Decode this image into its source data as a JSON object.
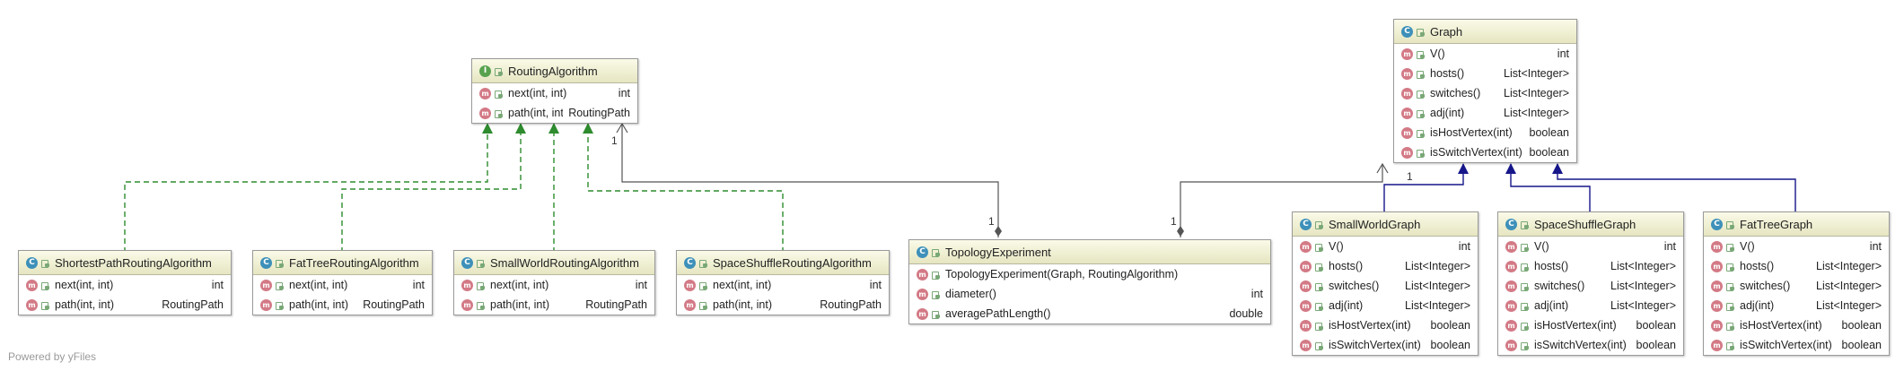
{
  "diagram": {
    "type": "UML class diagram",
    "footer": "Powered by yFiles",
    "colors": {
      "implements_edge": "#2e8b2e",
      "extends_edge": "#16168a",
      "association_edge": "#555555",
      "header_bg": "#efefd4",
      "class_icon": "#3d90b9",
      "interface_icon": "#58a24e",
      "method_icon": "#d37a86"
    }
  },
  "nodes": {
    "routing_algorithm": {
      "kind": "I",
      "title": "RoutingAlgorithm",
      "members": [
        {
          "name": "next(int, int)",
          "type": "int"
        },
        {
          "name": "path(int, int)",
          "type": "RoutingPath"
        }
      ]
    },
    "graph": {
      "kind": "C",
      "title": "Graph",
      "members": [
        {
          "name": "V()",
          "type": "int"
        },
        {
          "name": "hosts()",
          "type": "List<Integer>"
        },
        {
          "name": "switches()",
          "type": "List<Integer>"
        },
        {
          "name": "adj(int)",
          "type": "List<Integer>"
        },
        {
          "name": "isHostVertex(int)",
          "type": "boolean"
        },
        {
          "name": "isSwitchVertex(int)",
          "type": "boolean"
        }
      ]
    },
    "shortest_path": {
      "kind": "C",
      "title": "ShortestPathRoutingAlgorithm",
      "members": [
        {
          "name": "next(int, int)",
          "type": "int"
        },
        {
          "name": "path(int, int)",
          "type": "RoutingPath"
        }
      ]
    },
    "fat_tree_routing": {
      "kind": "C",
      "title": "FatTreeRoutingAlgorithm",
      "members": [
        {
          "name": "next(int, int)",
          "type": "int"
        },
        {
          "name": "path(int, int)",
          "type": "RoutingPath"
        }
      ]
    },
    "small_world_routing": {
      "kind": "C",
      "title": "SmallWorldRoutingAlgorithm",
      "members": [
        {
          "name": "next(int, int)",
          "type": "int"
        },
        {
          "name": "path(int, int)",
          "type": "RoutingPath"
        }
      ]
    },
    "space_shuffle_routing": {
      "kind": "C",
      "title": "SpaceShuffleRoutingAlgorithm",
      "members": [
        {
          "name": "next(int, int)",
          "type": "int"
        },
        {
          "name": "path(int, int)",
          "type": "RoutingPath"
        }
      ]
    },
    "topology_experiment": {
      "kind": "C",
      "title": "TopologyExperiment",
      "members": [
        {
          "name": "TopologyExperiment(Graph, RoutingAlgorithm)",
          "type": ""
        },
        {
          "name": "diameter()",
          "type": "int"
        },
        {
          "name": "averagePathLength()",
          "type": "double"
        }
      ]
    },
    "small_world_graph": {
      "kind": "C",
      "title": "SmallWorldGraph",
      "members": [
        {
          "name": "V()",
          "type": "int"
        },
        {
          "name": "hosts()",
          "type": "List<Integer>"
        },
        {
          "name": "switches()",
          "type": "List<Integer>"
        },
        {
          "name": "adj(int)",
          "type": "List<Integer>"
        },
        {
          "name": "isHostVertex(int)",
          "type": "boolean"
        },
        {
          "name": "isSwitchVertex(int)",
          "type": "boolean"
        }
      ]
    },
    "space_shuffle_graph": {
      "kind": "C",
      "title": "SpaceShuffleGraph",
      "members": [
        {
          "name": "V()",
          "type": "int"
        },
        {
          "name": "hosts()",
          "type": "List<Integer>"
        },
        {
          "name": "switches()",
          "type": "List<Integer>"
        },
        {
          "name": "adj(int)",
          "type": "List<Integer>"
        },
        {
          "name": "isHostVertex(int)",
          "type": "boolean"
        },
        {
          "name": "isSwitchVertex(int)",
          "type": "boolean"
        }
      ]
    },
    "fat_tree_graph": {
      "kind": "C",
      "title": "FatTreeGraph",
      "members": [
        {
          "name": "V()",
          "type": "int"
        },
        {
          "name": "hosts()",
          "type": "List<Integer>"
        },
        {
          "name": "switches()",
          "type": "List<Integer>"
        },
        {
          "name": "adj(int)",
          "type": "List<Integer>"
        },
        {
          "name": "isHostVertex(int)",
          "type": "boolean"
        },
        {
          "name": "isSwitchVertex(int)",
          "type": "boolean"
        }
      ]
    }
  },
  "multiplicities": {
    "routing_side": "1",
    "experiment_routing_side": "1",
    "graph_side": "1",
    "experiment_graph_side": "1"
  }
}
